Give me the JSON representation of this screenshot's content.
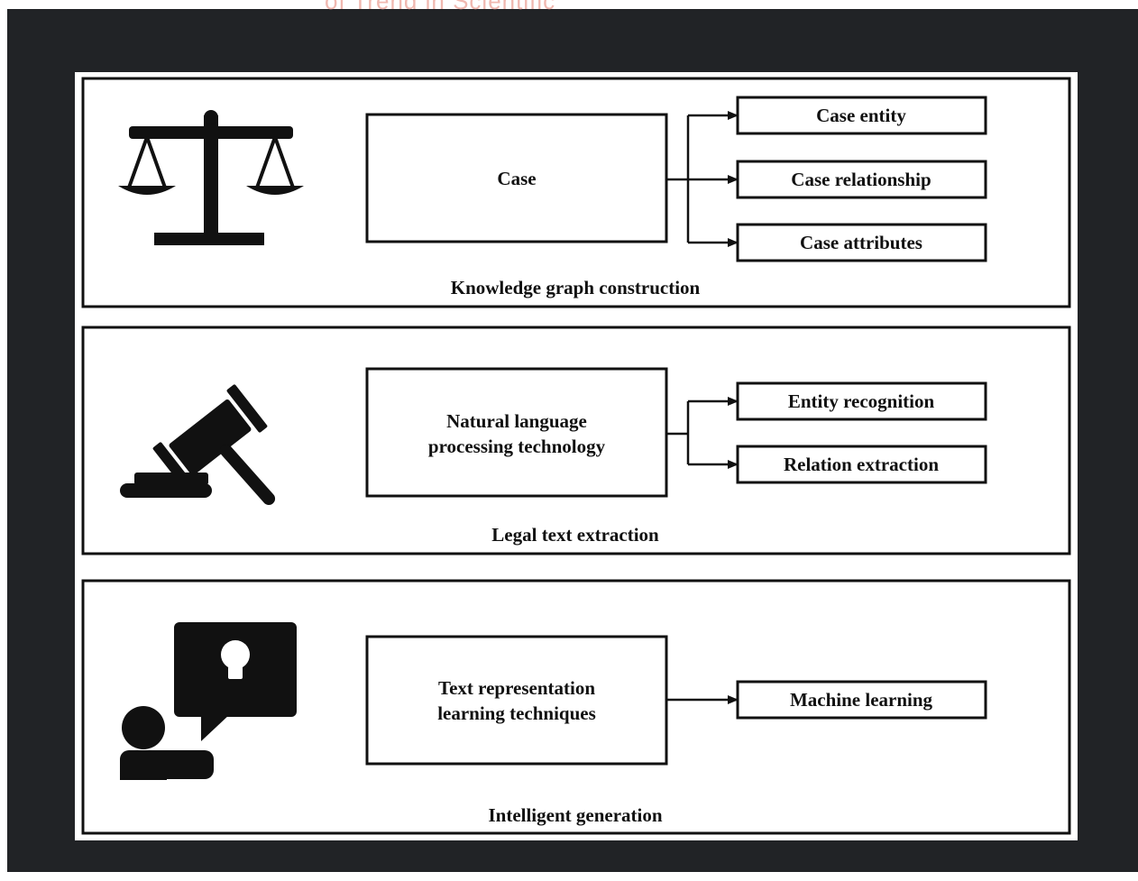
{
  "watermark": {
    "text": "of Trend in Scientific"
  },
  "panels": [
    {
      "caption": "Knowledge graph construction",
      "icon": "scales-of-justice-icon",
      "source": "Case",
      "outputs": [
        "Case entity",
        "Case relationship",
        "Case attributes"
      ]
    },
    {
      "caption": "Legal text extraction",
      "icon": "gavel-icon",
      "source_lines": [
        "Natural language",
        "processing technology"
      ],
      "outputs": [
        "Entity recognition",
        "Relation extraction"
      ]
    },
    {
      "caption": "Intelligent generation",
      "icon": "person-idea-icon",
      "source_lines": [
        "Text representation",
        "learning techniques"
      ],
      "outputs": [
        "Machine learning"
      ]
    }
  ],
  "colors": {
    "background": "#212326",
    "figure": "#ffffff",
    "ink": "#111111",
    "watermark": "#f0b8b0"
  }
}
